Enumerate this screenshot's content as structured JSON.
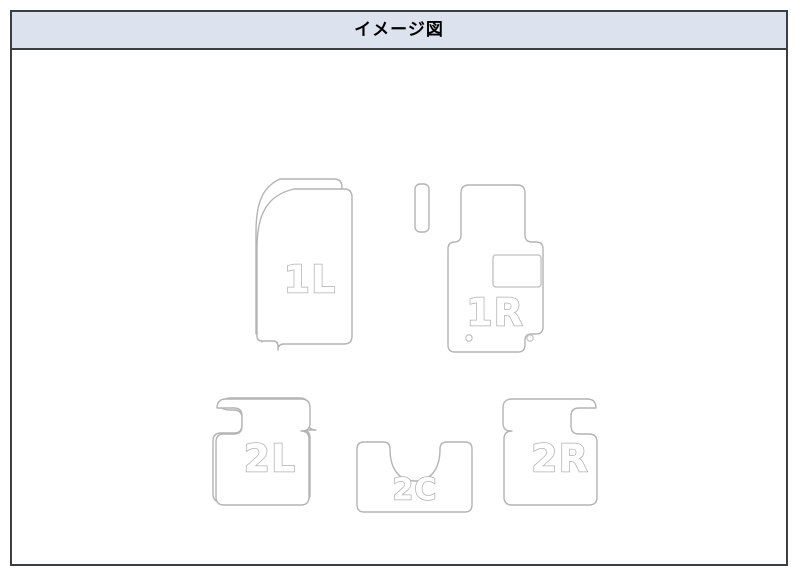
{
  "panel": {
    "title": "イメージ図",
    "header_bg": "#dde2ef",
    "border_color": "#3b3f45",
    "canvas_bg": "#ffffff"
  },
  "diagram": {
    "name": "car-floor-mat-layout",
    "outline_color": "#b4b4b4",
    "label_fill": "#ffffff",
    "label_stroke": "#b0b0b0",
    "mats": [
      {
        "id": "mat-1l",
        "label": "1L",
        "position": "front-left",
        "features": []
      },
      {
        "id": "mat-1r",
        "label": "1R",
        "position": "front-right",
        "features": [
          "heel-pad",
          "grommet-left",
          "grommet-right"
        ]
      },
      {
        "id": "mat-footrest",
        "label": "",
        "position": "front-left-footrest",
        "features": []
      },
      {
        "id": "mat-2l",
        "label": "2L",
        "position": "second-row-left",
        "features": []
      },
      {
        "id": "mat-2c",
        "label": "2C",
        "position": "second-row-center",
        "features": [
          "tunnel-cutout"
        ]
      },
      {
        "id": "mat-2r",
        "label": "2R",
        "position": "second-row-right",
        "features": []
      }
    ]
  }
}
